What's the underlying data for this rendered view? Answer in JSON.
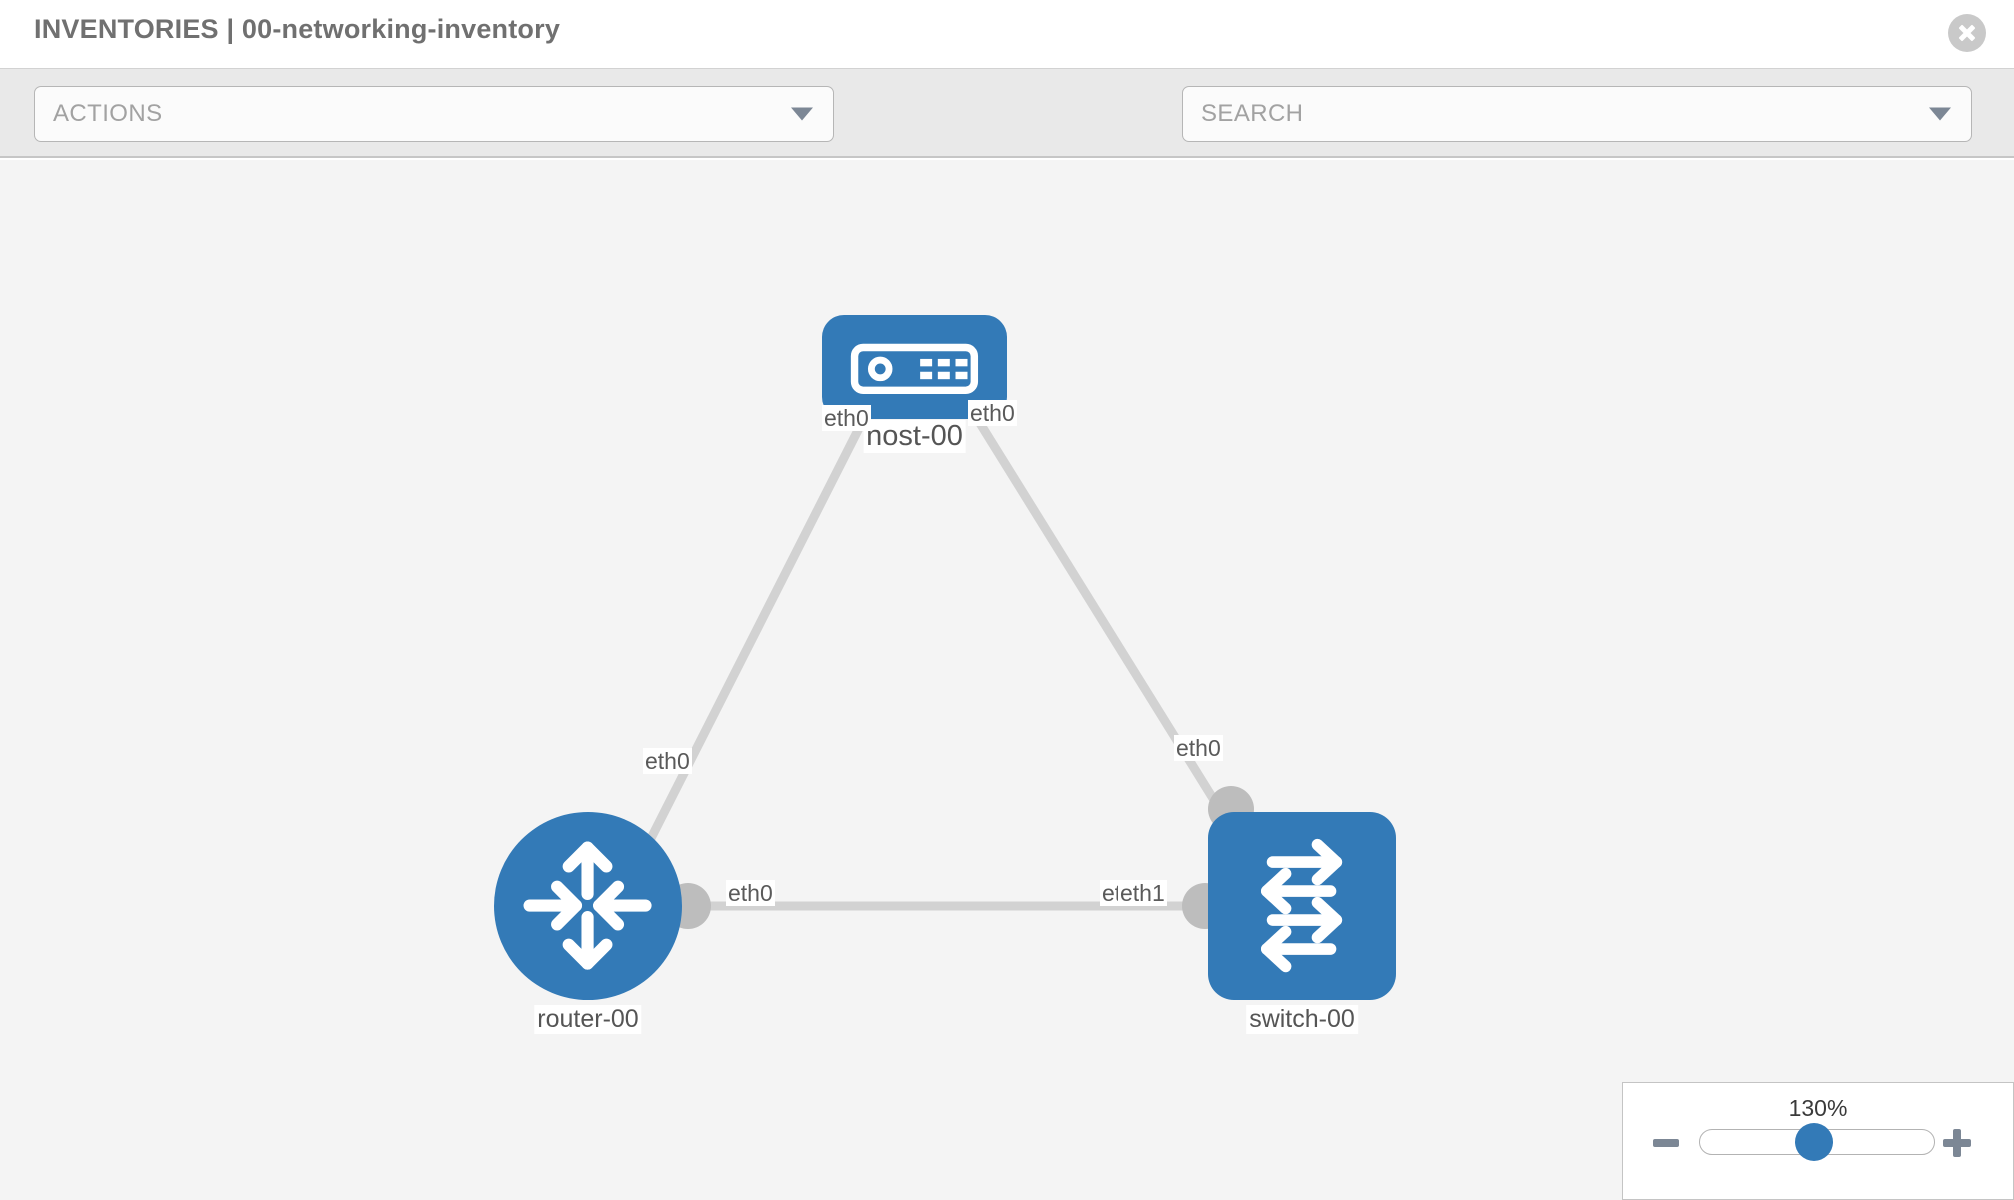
{
  "header": {
    "title": "INVENTORIES | 00-networking-inventory",
    "close_icon": "close-circle-icon"
  },
  "toolbar": {
    "actions_label": "ACTIONS",
    "search_placeholder": "SEARCH",
    "wrench_icon": "wrench-icon",
    "key_icon": "key-icon",
    "caret_icon": "chevron-down-icon"
  },
  "topology": {
    "nodes": [
      {
        "id": "host-00",
        "label": "host-00",
        "type": "host",
        "icon": "server-icon"
      },
      {
        "id": "router-00",
        "label": "router-00",
        "type": "router",
        "icon": "router-arrows-icon"
      },
      {
        "id": "switch-00",
        "label": "switch-00",
        "type": "switch",
        "icon": "switch-arrows-icon"
      }
    ],
    "edges": [
      {
        "from": "host-00",
        "to": "router-00",
        "from_interface": "eth0",
        "to_interface": "eth0"
      },
      {
        "from": "host-00",
        "to": "switch-00",
        "from_interface": "eth0",
        "to_interface": "eth0"
      },
      {
        "from": "router-00",
        "to": "switch-00",
        "from_interface": "eth0",
        "to_interface": "eth1"
      }
    ],
    "interface_labels": {
      "host_left": "eth0",
      "host_right": "eth0",
      "router_upper": "eth0",
      "switch_upper": "eth0",
      "router_right": "eth0",
      "switch_left_occluded": "eth0",
      "switch_left": "eth1"
    },
    "colors": {
      "node_blue": "#337ab7",
      "port_gray": "#bdbdbd",
      "link_gray": "#d2d2d2",
      "canvas_bg": "#f4f4f4"
    }
  },
  "zoom_control": {
    "value": "130%",
    "minus_label": "−",
    "plus_label": "+",
    "minus_icon": "minus-icon",
    "plus_icon": "plus-icon"
  }
}
